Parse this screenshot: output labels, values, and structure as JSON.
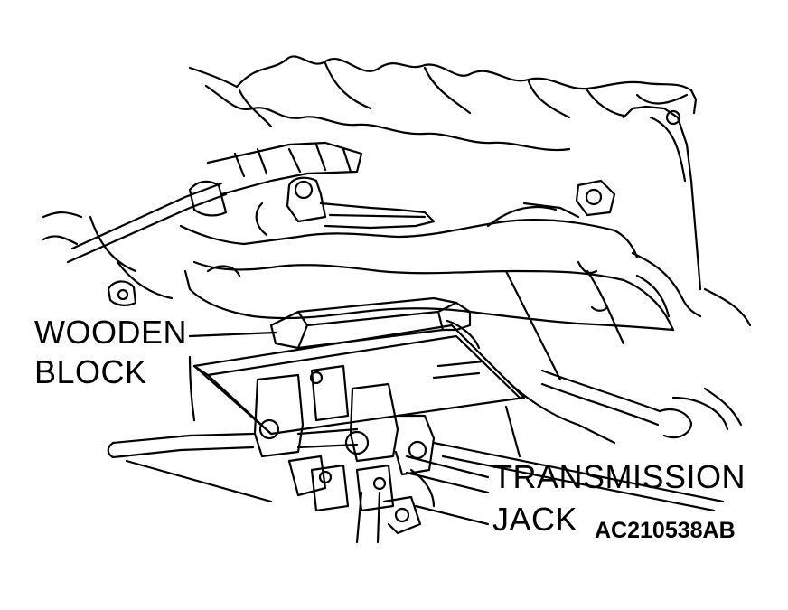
{
  "labels": {
    "wooden_block_line1": "WOODEN",
    "wooden_block_line2": "BLOCK",
    "transmission_jack_line1": "TRANSMISSION",
    "transmission_jack_line2": "JACK"
  },
  "figure_code": "AC210538AB",
  "colors": {
    "ink": "#000000",
    "paper": "#ffffff"
  }
}
